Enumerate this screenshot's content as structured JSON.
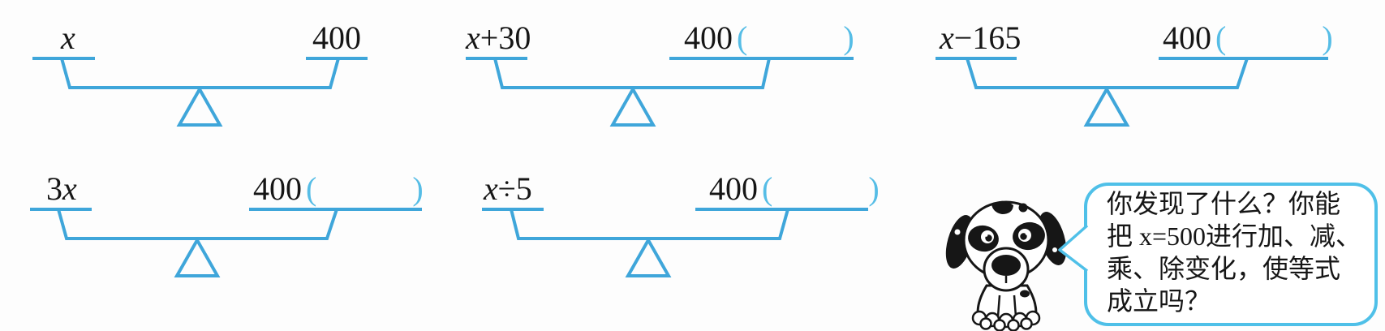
{
  "colors": {
    "line_blue": "#3fa6da",
    "paren_blue": "#56bde6",
    "bubble_border": "#4fc0e8",
    "ink": "#161616",
    "bg": "#fdfdfd"
  },
  "balances": [
    {
      "left_var": "x",
      "right_value": "400"
    },
    {
      "left_var": "x",
      "left_suffix": "+30",
      "right_value": "400",
      "paren_open": "(",
      "paren_close": ")"
    },
    {
      "left_var": "x",
      "left_suffix": "−165",
      "right_value": "400",
      "paren_open": "(",
      "paren_close": ")"
    },
    {
      "left_prefix": "3",
      "left_var": "x",
      "right_value": "400",
      "paren_open": "(",
      "paren_close": ")"
    },
    {
      "left_var": "x",
      "left_suffix": "÷5",
      "right_value": "400",
      "paren_open": "(",
      "paren_close": ")"
    }
  ],
  "speech_bubble": {
    "lines": [
      "你发现了什么？你能",
      "把 x=500进行加、减、",
      "乘、除变化，使等式",
      "成立吗？"
    ]
  },
  "icons": {
    "mascot": "dalmatian-dog-icon",
    "fulcrum": "triangle-fulcrum-icon"
  }
}
